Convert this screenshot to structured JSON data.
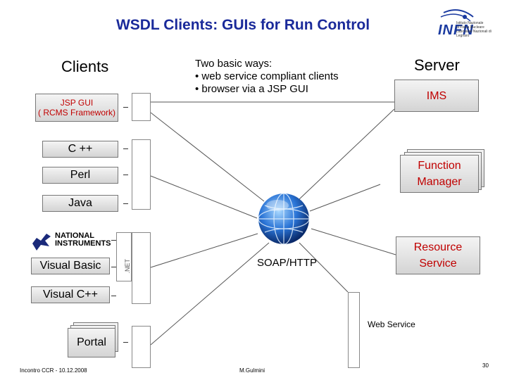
{
  "title": "WSDL Clients: GUIs for Run Control",
  "logo": {
    "name": "INFN",
    "line1": "Istituto Nazionale",
    "line2": "di Fisica Nucleare",
    "line3": "Laboratori Nazionali di Legnaro"
  },
  "clients_heading": "Clients",
  "server_heading": "Server",
  "intro": {
    "lead": "Two basic ways:",
    "bullet1": "• web service compliant clients",
    "bullet2": "• browser via a JSP GUI"
  },
  "clients": {
    "jsp_line1": "JSP GUI",
    "jsp_line2": "( RCMS Framework)",
    "cpp": "C ++",
    "perl": "Perl",
    "java": "Java",
    "ni_line1": "NATIONAL",
    "ni_line2": "INSTRUMENTS",
    "vb": "Visual Basic",
    "net": ".NET",
    "vcpp": "Visual C++",
    "portal": "Portal"
  },
  "server": {
    "ims": "IMS",
    "fm_line1": "Function",
    "fm_line2": "Manager",
    "rs_line1": "Resource",
    "rs_line2": "Service"
  },
  "soap": "SOAP/HTTP",
  "web_service": "Web Service",
  "footer": {
    "left": "Incontro CCR - 10.12.2008",
    "middle": "M.Gulmini",
    "page": "30"
  },
  "colors": {
    "title": "#1a2a9a",
    "server_text": "#c00000",
    "logo_blue": "#1a3aa0"
  }
}
